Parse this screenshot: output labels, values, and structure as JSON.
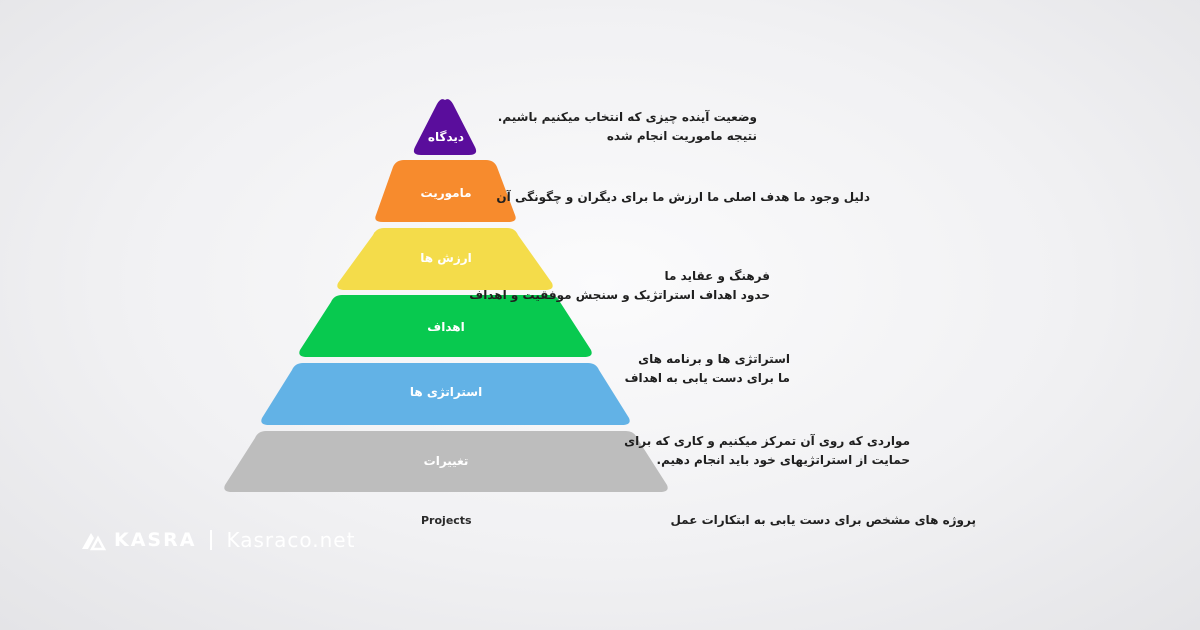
{
  "pyramid": {
    "tiers": [
      {
        "label": "دیدگاه",
        "color": "#5a0d9c",
        "description": [
          "وضعیت آینده چیزی که انتخاب میکنیم باشیم.",
          "نتیجه ماموریت انجام شده"
        ]
      },
      {
        "label": "ماموریت",
        "color": "#f78b2d",
        "description": [
          "دلیل وجود ما هدف اصلی ما ارزش ما برای دیگران و چگونگی آن"
        ]
      },
      {
        "label": "ارزش ها",
        "color": "#f4dc4a",
        "description": [
          "فرهنگ و عقاید ما",
          "حدود اهداف استراتژیک و سنجش موفقیت و اهداف"
        ]
      },
      {
        "label": "اهداف",
        "color": "#08c94f",
        "description": [
          "استراتژی ها و برنامه های",
          "ما برای دست یابی به اهداف"
        ]
      },
      {
        "label": "استراتژی ها",
        "color": "#62b2e6",
        "description": [
          "مواردی که روی آن تمرکز میکنیم و کاری که برای",
          "حمایت از استراتژیهای خود باید انجام دهیم."
        ]
      },
      {
        "label": "تغییرات",
        "color": "#bdbdbd",
        "description": []
      }
    ],
    "bottom": {
      "label": "Projects",
      "description": "پروژه های مشخص برای دست یابی به ابتکارات عمل"
    }
  },
  "brand": {
    "name": "KASRA",
    "site": "Kasraco.net",
    "color": "#ffffff"
  }
}
